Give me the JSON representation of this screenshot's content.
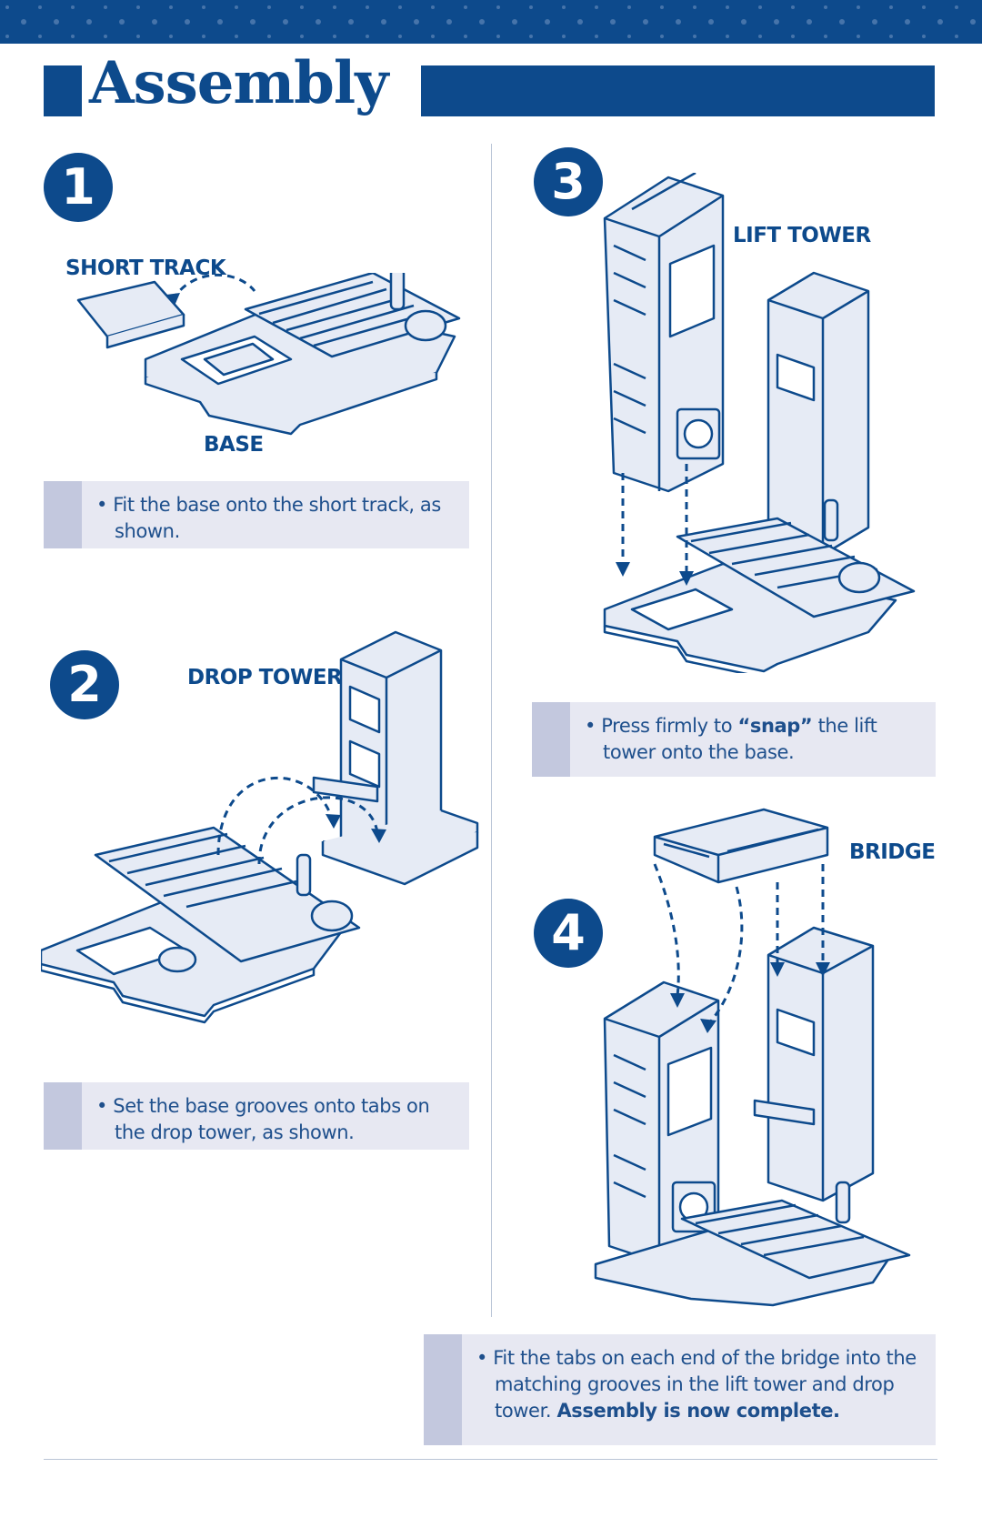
{
  "page": {
    "title": "Assembly",
    "colors": {
      "brand_blue": "#0d4a8c",
      "note_bg": "#e7e8f2",
      "note_tab": "#c3c8de",
      "text_blue": "#1e4f8c"
    }
  },
  "steps": [
    {
      "number": "1",
      "labels": {
        "short_track": "SHORT TRACK",
        "base": "BASE"
      },
      "instruction": "• Fit the base onto the short track, as shown."
    },
    {
      "number": "2",
      "labels": {
        "drop_tower": "DROP TOWER"
      },
      "instruction": "• Set the base grooves onto tabs on the drop tower, as shown."
    },
    {
      "number": "3",
      "labels": {
        "lift_tower": "LIFT TOWER"
      },
      "instruction_parts": {
        "before": "• Press firmly to ",
        "bold": "“snap”",
        "after": " the lift tower onto the base."
      }
    },
    {
      "number": "4",
      "labels": {
        "bridge": "BRIDGE"
      },
      "instruction_parts": {
        "before": "• Fit the tabs on each end of the bridge into the matching grooves in the lift tower and drop tower. ",
        "bold": "Assembly is now complete."
      }
    }
  ]
}
